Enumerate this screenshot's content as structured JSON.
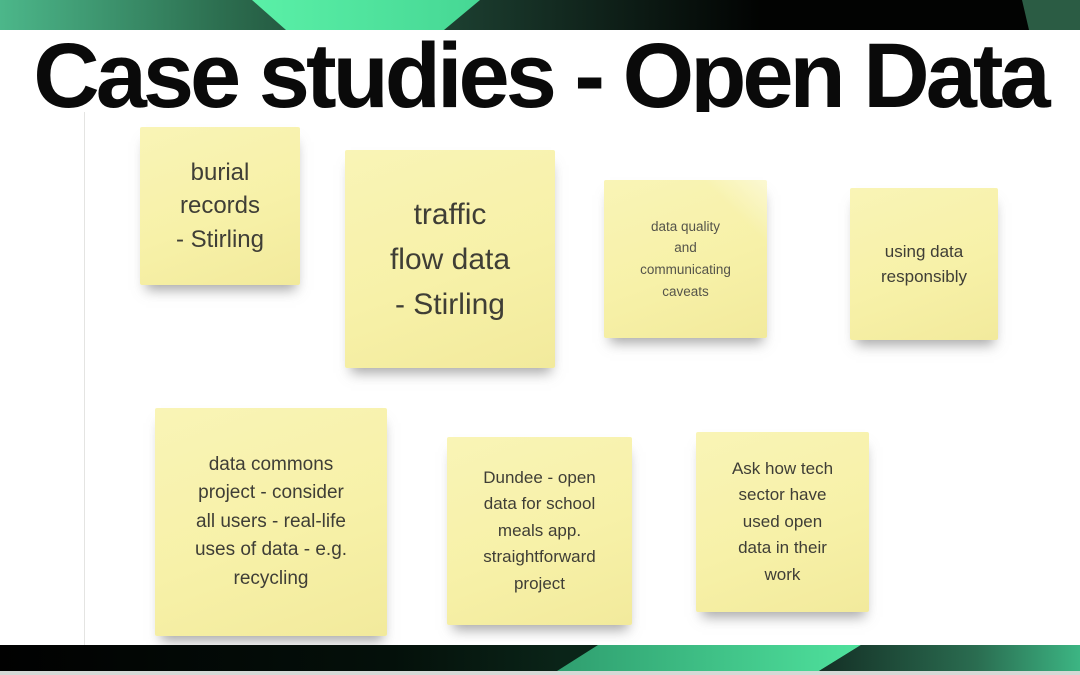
{
  "slide": {
    "title": "Case studies - Open Data",
    "colors": {
      "sticky_yellow": "#f7f1a8",
      "note_text": "#3f3e36",
      "title_text": "#0a0a0a",
      "banner_green": "#46b686",
      "banner_mint": "#55eda4",
      "banner_dark_green": "#2b5c44",
      "banner_black": "#050706",
      "bottom_strip_gray": "#d5d9d6"
    },
    "notes": [
      {
        "name": "burial-records-stirling",
        "text": "burial\nrecords\n- Stirling"
      },
      {
        "name": "traffic-flow-data-stirling",
        "text": "traffic\nflow data\n- Stirling"
      },
      {
        "name": "data-quality-caveats",
        "text": "data quality\nand\ncommunicating\ncaveats"
      },
      {
        "name": "using-data-responsibly",
        "text": "using data\nresponsibly"
      },
      {
        "name": "data-commons-project",
        "text": "data commons\nproject - consider\nall users - real-life\nuses of data - e.g.\nrecycling"
      },
      {
        "name": "dundee-school-meals",
        "text": "Dundee - open\ndata for school\nmeals app.\nstraightforward\nproject"
      },
      {
        "name": "tech-sector-open-data",
        "text": "Ask how tech\nsector have\nused open\ndata in their\nwork"
      }
    ]
  }
}
